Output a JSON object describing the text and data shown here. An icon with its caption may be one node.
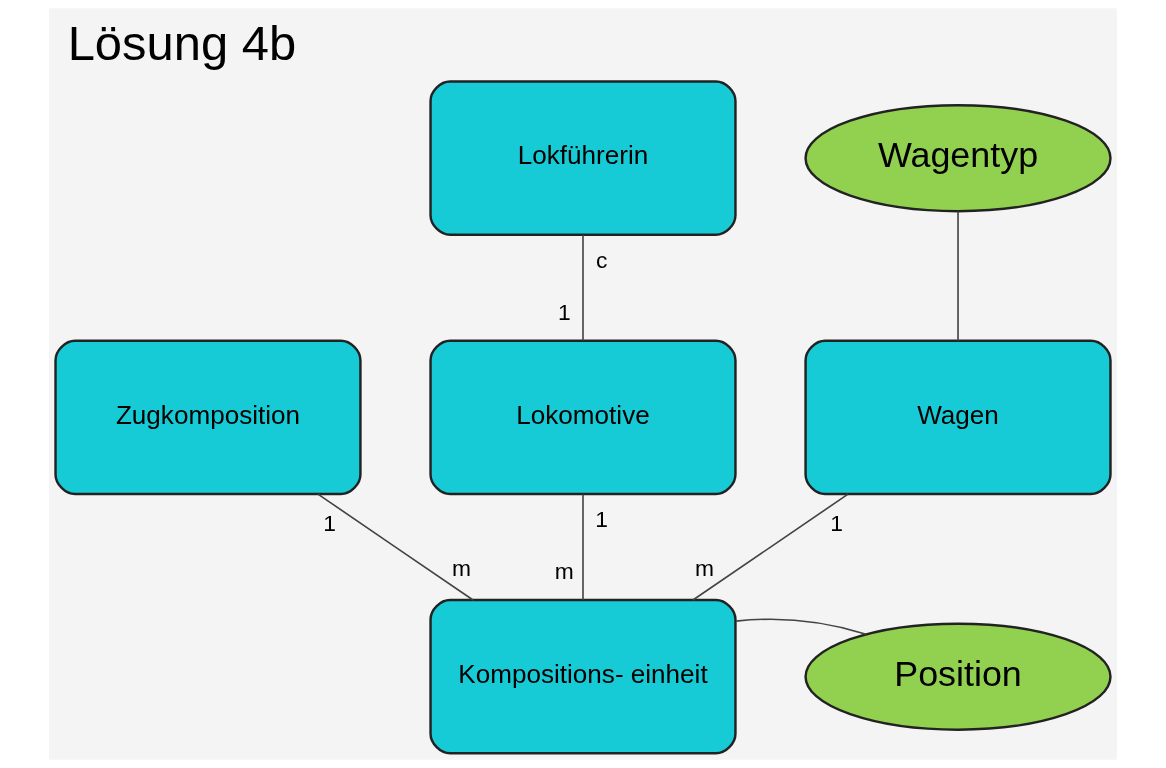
{
  "diagram": {
    "title": "Lösung 4b",
    "nodes": [
      {
        "text": [
          "Lokführerin"
        ]
      },
      {
        "text": [
          "Wagentyp"
        ]
      },
      {
        "text": [
          "Zugkomposition"
        ]
      },
      {
        "text": [
          "Lokomotive"
        ]
      },
      {
        "text": [
          "Wagen"
        ]
      },
      {
        "text": [
          "Kompositions- einheit"
        ]
      },
      {
        "text": [
          "Position"
        ]
      }
    ],
    "edges": [
      {
        "from": 0,
        "to": 3,
        "arrow": "none"
      },
      {
        "from": 4,
        "to": 1,
        "arrow": "none"
      },
      {
        "from": 2,
        "to": 5,
        "arrow": "none"
      },
      {
        "from": 3,
        "to": 5,
        "arrow": "none"
      },
      {
        "from": 4,
        "to": 5,
        "arrow": "none"
      },
      {
        "from": 5,
        "to": 6,
        "arrow": "none"
      }
    ],
    "labels": [
      "c",
      "1",
      "1",
      "1",
      "1",
      "m",
      "m",
      "m"
    ]
  }
}
